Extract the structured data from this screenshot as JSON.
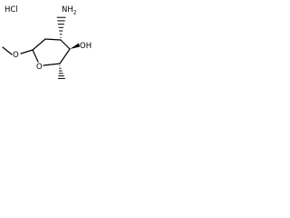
{
  "molecule": {
    "salt_label": "HCl",
    "amino_label": "NH",
    "amino_subscript": "2",
    "hydroxyl_label": "OH",
    "ring_oxygen_label": "O",
    "methoxy_oxygen_label": "O"
  },
  "colors": {
    "bond": "#000000",
    "background": "#ffffff"
  }
}
